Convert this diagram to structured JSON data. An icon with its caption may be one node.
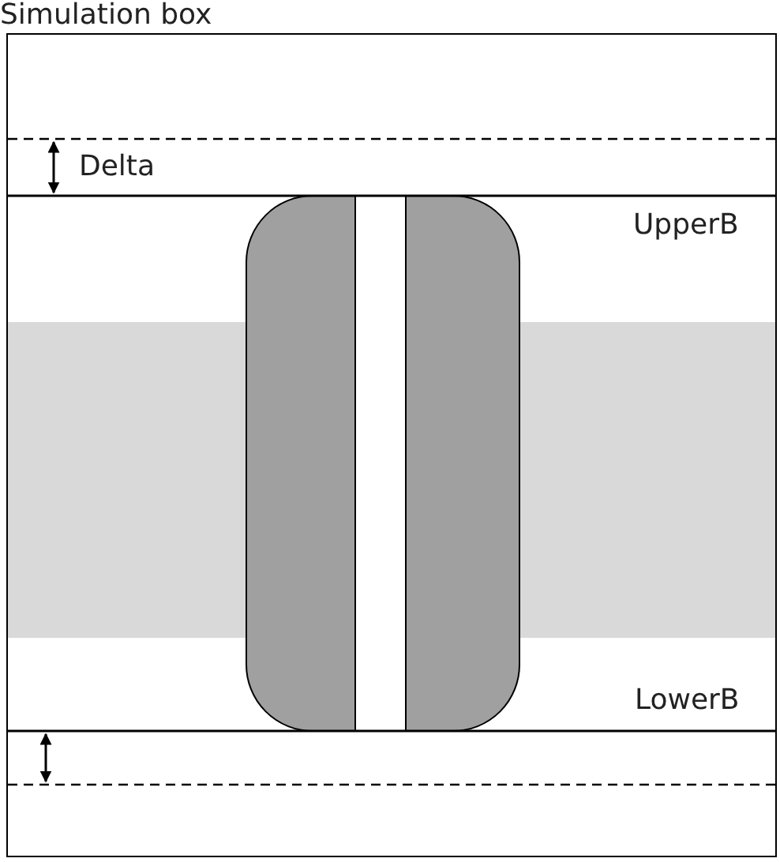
{
  "diagram": {
    "title": "Simulation box",
    "labels": [
      "Delta",
      "UpperB",
      "LowerB"
    ]
  }
}
